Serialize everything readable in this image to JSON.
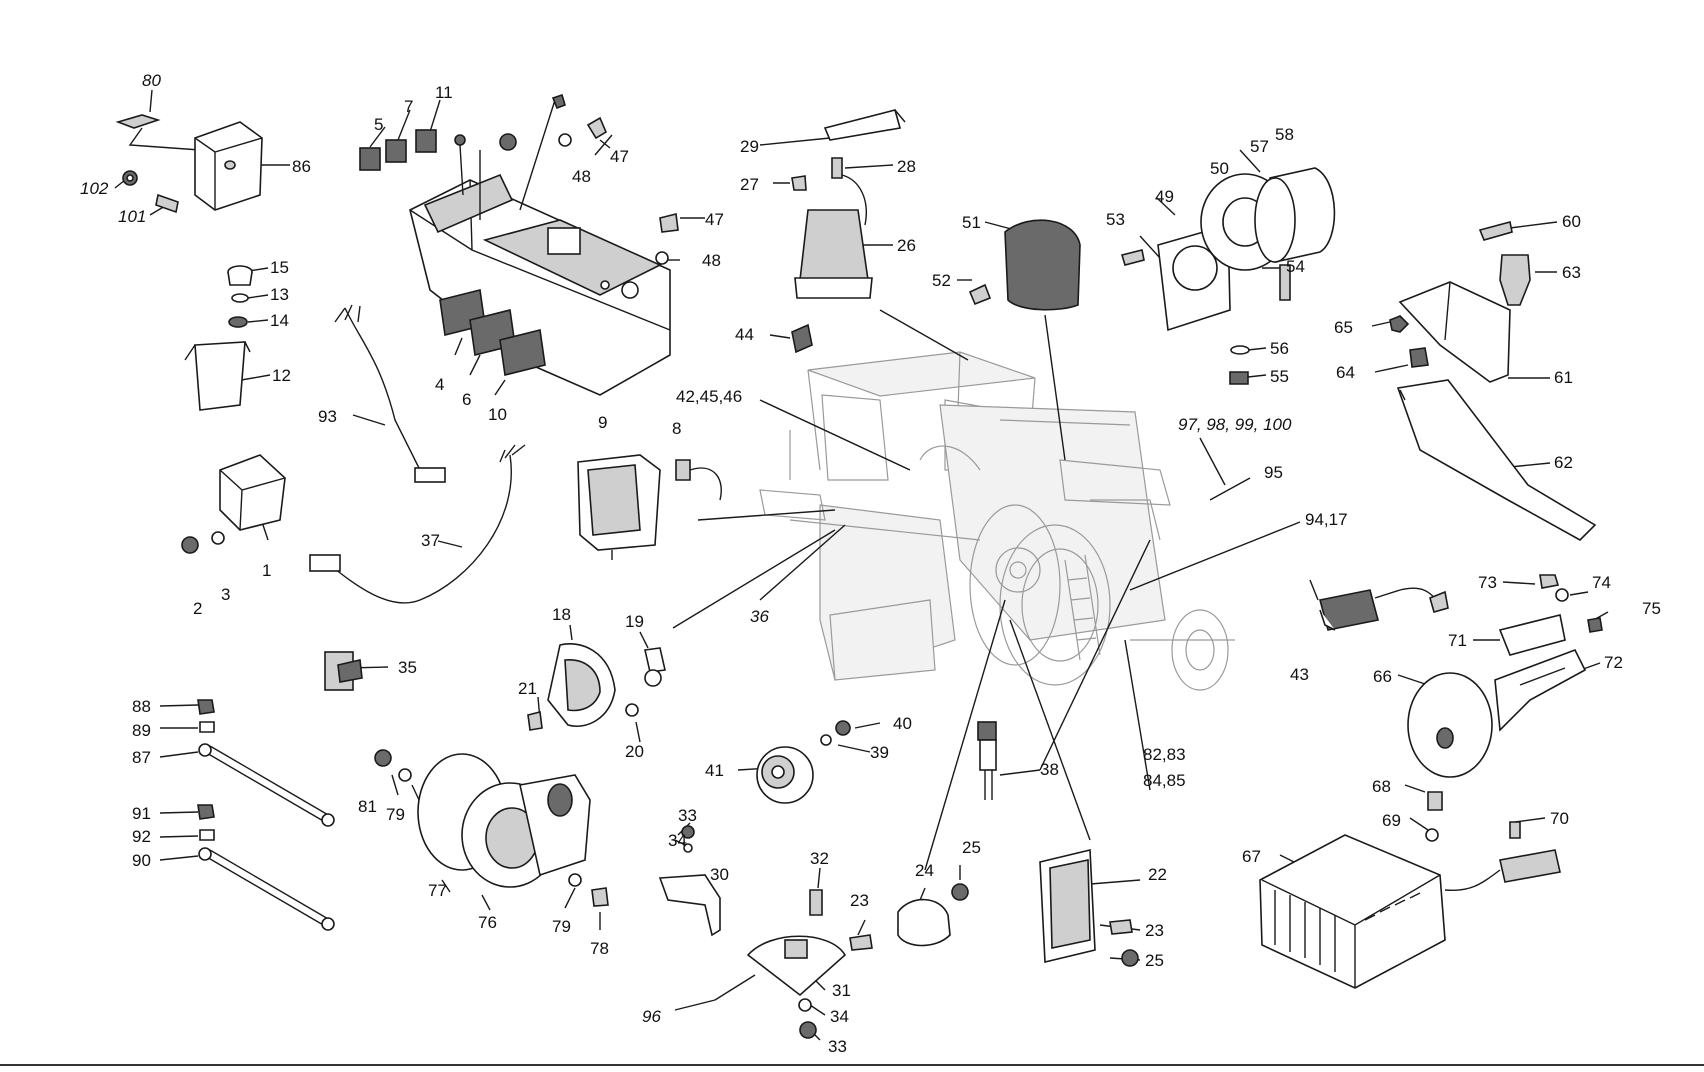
{
  "callouts": {
    "c80": "80",
    "c86": "86",
    "c102": "102",
    "c101": "101",
    "c5": "5",
    "c7": "7",
    "c11": "11",
    "c48a": "48",
    "c47a": "47",
    "c47b": "47",
    "c48b": "48",
    "c4": "4",
    "c6": "6",
    "c10": "10",
    "c15": "15",
    "c13": "13",
    "c14": "14",
    "c12": "12",
    "c93": "93",
    "c1": "1",
    "c2": "2",
    "c3": "3",
    "c37": "37",
    "c29": "29",
    "c27": "27",
    "c28": "28",
    "c26": "26",
    "c44": "44",
    "c42": "42,45,46",
    "c9": "9",
    "c8": "8",
    "c36": "36",
    "c51": "51",
    "c52": "52",
    "c53": "53",
    "c49": "49",
    "c50": "50",
    "c57": "57",
    "c58": "58",
    "c54": "54",
    "c56": "56",
    "c55": "55",
    "c60": "60",
    "c63": "63",
    "c65": "65",
    "c64": "64",
    "c61": "61",
    "c62": "62",
    "c97": "97, 98, 99, 100",
    "c95": "95",
    "c94": "94,17",
    "c18": "18",
    "c19": "19",
    "c21": "21",
    "c20": "20",
    "c35": "35",
    "c88": "88",
    "c89": "89",
    "c87": "87",
    "c91": "91",
    "c92": "92",
    "c90": "90",
    "c81": "81",
    "c79a": "79",
    "c77": "77",
    "c76": "76",
    "c79b": "79",
    "c78": "78",
    "c40": "40",
    "c39": "39",
    "c41": "41",
    "c33a": "33",
    "c34a": "34",
    "c30": "30",
    "c32": "32",
    "c31": "31",
    "c96": "96",
    "c34b": "34",
    "c33b": "33",
    "c23a": "23",
    "c24": "24",
    "c25a": "25",
    "c38": "38",
    "c22": "22",
    "c23b": "23",
    "c25b": "25",
    "c82": "82,83",
    "c84": "84,85",
    "c43": "43",
    "c73": "73",
    "c74": "74",
    "c75": "75",
    "c71": "71",
    "c72": "72",
    "c66": "66",
    "c68": "68",
    "c69": "69",
    "c70": "70",
    "c67": "67"
  },
  "icons": {
    "harvester": "combine-harvester-icon",
    "battery_charger": "battery-charger-icon"
  }
}
